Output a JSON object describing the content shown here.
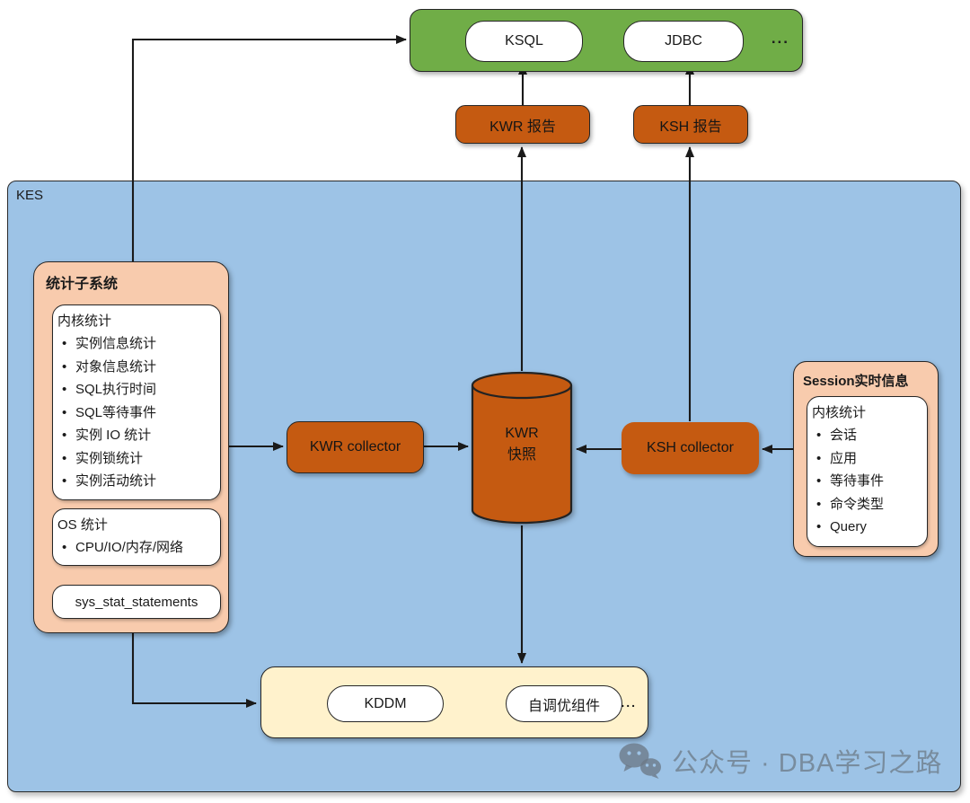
{
  "colors": {
    "green": "#70AD47",
    "orange": "#C55A11",
    "blue_bg": "#9DC3E6",
    "peach": "#F8CBAD",
    "cream": "#FFF2CC",
    "line": "#1a1a1a",
    "watermark_gray": "#6C7986"
  },
  "kes": {
    "label": "KES"
  },
  "client_layer": {
    "ksql": "KSQL",
    "jdbc": "JDBC",
    "ellipsis": "..."
  },
  "reports": {
    "kwr": "KWR 报告",
    "ksh": "KSH 报告"
  },
  "stats_subsystem": {
    "title": "统计子系统",
    "kernel_stats": {
      "title": "内核统计",
      "items": [
        "实例信息统计",
        "对象信息统计",
        "SQL执行时间",
        "SQL等待事件",
        "实例 IO 统计",
        "实例锁统计",
        "实例活动统计"
      ]
    },
    "os_stats": {
      "title": "OS 统计",
      "items": [
        "CPU/IO/内存/网络"
      ]
    },
    "sys_stat_statements": "sys_stat_statements"
  },
  "collectors": {
    "kwr": "KWR collector",
    "ksh": "KSH collector"
  },
  "snapshot": {
    "line1": "KWR",
    "line2": "快照"
  },
  "session_info": {
    "title": "Session实时信息",
    "kernel_stats": {
      "title": "内核统计",
      "items": [
        "会话",
        "应用",
        "等待事件",
        "命令类型",
        "Query"
      ]
    }
  },
  "bottom_group": {
    "kddm": "KDDM",
    "self_tuning": "自调优组件",
    "ellipsis": "..."
  },
  "watermark": {
    "text": "公众号 · DBA学习之路"
  }
}
